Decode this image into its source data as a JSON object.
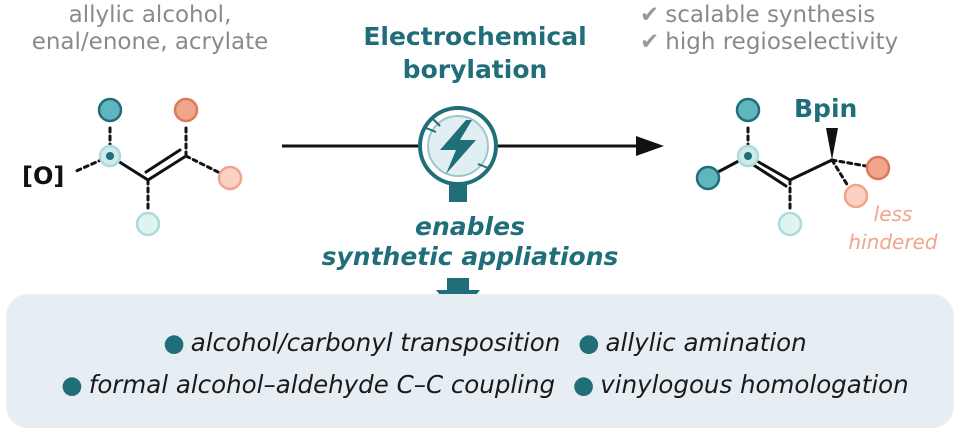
{
  "substrates": {
    "line1": "allylic alcohol,",
    "line2": "enal/enone, acrylate"
  },
  "benefits": {
    "item1": "scalable synthesis",
    "item2": "high regioselectivity"
  },
  "title": {
    "line1": "Electrochemical",
    "line2": "borylation"
  },
  "enables": {
    "line1": "enables",
    "line2": "synthetic appliations"
  },
  "applications": {
    "row1": [
      "alcohol/carbonyl transposition",
      "allylic amination"
    ],
    "row2": [
      "formal alcohol–aldehyde C–C coupling",
      "vinylogous homologation"
    ]
  },
  "product": {
    "bpin_label": "Bpin",
    "note_line1": "less",
    "note_line2": "hindered"
  },
  "reactant": {
    "oxygen_label": "[O]"
  },
  "icons": {
    "check": "check-icon",
    "reagent": "lightning-bolt-icon",
    "arrow": "down-arrow-icon"
  },
  "colors": {
    "teal": "#1f6e7a",
    "teal_light": "#a9dcdc",
    "orange": "#f0a58c",
    "gray": "#8a8a8a",
    "panel": "#e6eef3"
  }
}
